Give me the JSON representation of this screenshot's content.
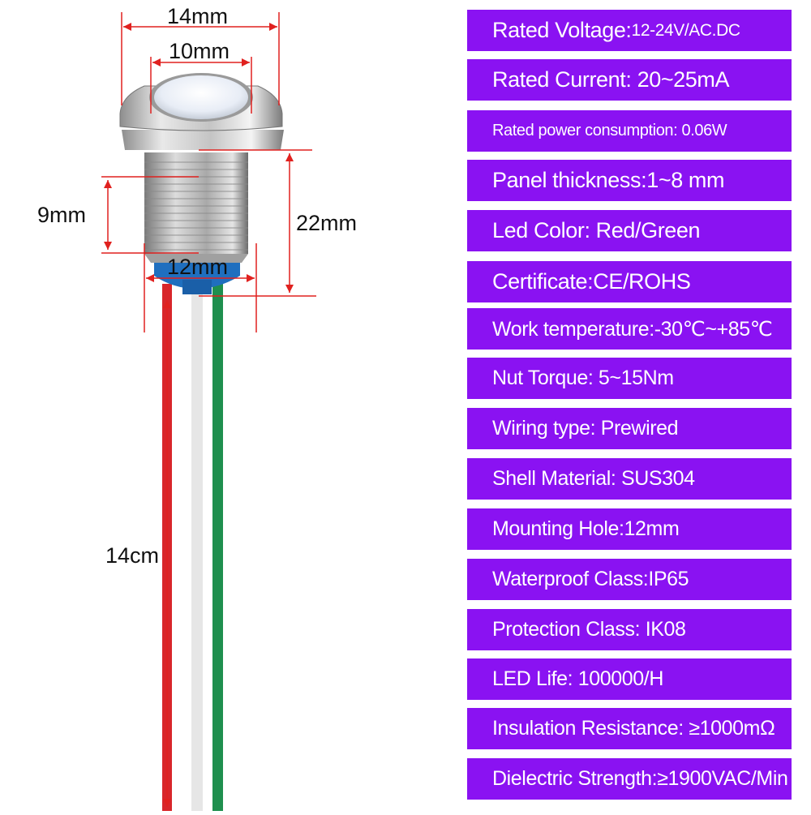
{
  "diagram": {
    "dimension_labels": {
      "top_width": "14mm",
      "lens_width": "10mm",
      "nut_height": "9mm",
      "body_length": "22mm",
      "thread_diameter": "12mm",
      "wire_length": "14cm"
    },
    "wire_colors": [
      "#d8262b",
      "#e6e6e6",
      "#1f8f4e"
    ],
    "dimension_line_color": "#e0211f",
    "connector_color": "#1f6fbf"
  },
  "specs": [
    {
      "label": "Rated Voltage:",
      "value": "12-24V/AC.DC"
    },
    {
      "label": "Rated Current: 20~25mA",
      "value": ""
    },
    {
      "label": "Rated power consumption: 0.06W",
      "value": ""
    },
    {
      "label": "Panel thickness:1~ ",
      "value": "8 mm"
    },
    {
      "label": "Led Color: Red/Green",
      "value": ""
    },
    {
      "label": "Certificate:CE/ROHS",
      "value": ""
    },
    {
      "label": "Work temperature:-30℃~+85℃",
      "value": ""
    },
    {
      "label": "Nut Torque: 5~15Nm",
      "value": ""
    },
    {
      "label": "Wiring type: Prewired",
      "value": ""
    },
    {
      "label": "Shell Material: SUS304",
      "value": ""
    },
    {
      "label": "Mounting Hole:12mm",
      "value": ""
    },
    {
      "label": "Waterproof Class:IP65",
      "value": ""
    },
    {
      "label": "Protection Class: IK08",
      "value": ""
    },
    {
      "label": "LED Life: 100000/H",
      "value": ""
    },
    {
      "label": "Insulation Resistance: ≥1000mΩ",
      "value": ""
    },
    {
      "label": "Dielectric Strength:≥1900VAC/Min",
      "value": ""
    }
  ],
  "panel_color": "#8a12f2"
}
